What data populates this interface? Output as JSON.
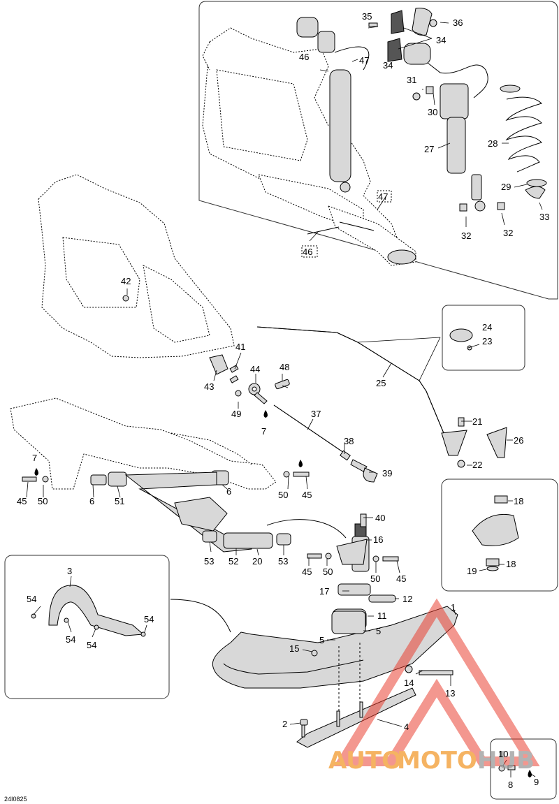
{
  "diagram_ref": "24I0825",
  "callouts": {
    "c1": "1",
    "c2": "2",
    "c3": "3",
    "c4": "4",
    "c5a": "5",
    "c5b": "5",
    "c6a": "6",
    "c6b": "6",
    "c7a": "7",
    "c7b": "7",
    "c8": "8",
    "c9": "9",
    "c10": "10",
    "c11": "11",
    "c12": "12",
    "c13": "13",
    "c14": "14",
    "c15": "15",
    "c16": "16",
    "c17": "17",
    "c18a": "18",
    "c18b": "18",
    "c19": "19",
    "c20": "20",
    "c21": "21",
    "c22": "22",
    "c23": "23",
    "c24": "24",
    "c25": "25",
    "c26": "26",
    "c27": "27",
    "c28": "28",
    "c29": "29",
    "c30": "30",
    "c31": "31",
    "c32a": "32",
    "c32b": "32",
    "c33": "33",
    "c34a": "34",
    "c34b": "34",
    "c35": "35",
    "c36": "36",
    "c37": "37",
    "c38": "38",
    "c39": "39",
    "c40": "40",
    "c41": "41",
    "c42": "42",
    "c43": "43",
    "c44": "44",
    "c45a": "45",
    "c45b": "45",
    "c45c": "45",
    "c45d": "45",
    "c46a": "46",
    "c46b": "46",
    "c47a": "47",
    "c47b": "47",
    "c48": "48",
    "c49": "49",
    "c50a": "50",
    "c50b": "50",
    "c50c": "50",
    "c50d": "50",
    "c51": "51",
    "c52": "52",
    "c53a": "53",
    "c53b": "53",
    "c54a": "54",
    "c54b": "54",
    "c54c": "54",
    "c54d": "54"
  },
  "watermark": {
    "text_auto": "AUTO",
    "text_moto": "MOTO",
    "text_hub": "HUB",
    "color_red": "#e8392a",
    "color_orange": "#f29a2e",
    "color_gray": "#9a9a9a"
  }
}
